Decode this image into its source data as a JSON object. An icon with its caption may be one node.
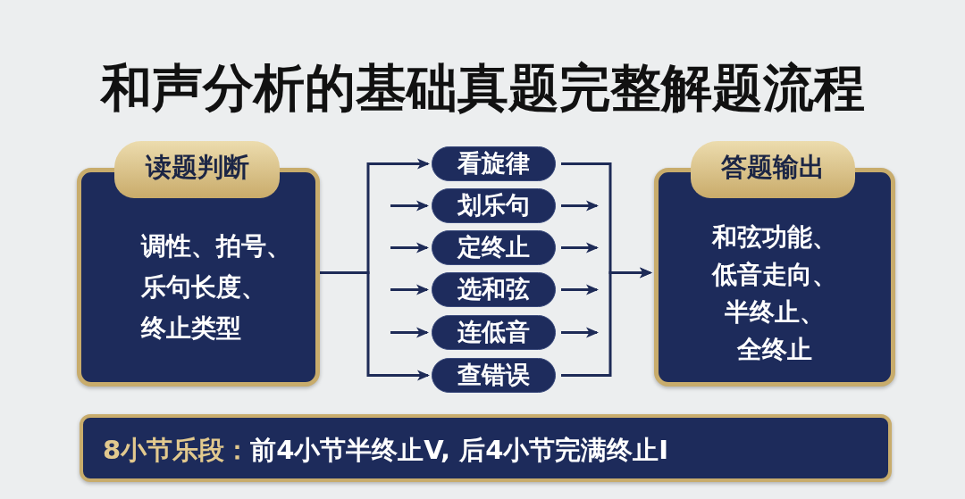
{
  "diagram": {
    "title": "和声分析的基础真题完整解题流程",
    "nodes": [
      {
        "text": [
          "读题判断",
          "调性、拍号、乐句长度、终止类型"
        ]
      },
      {
        "text": [
          "看旋律"
        ]
      },
      {
        "text": [
          "划乐句"
        ]
      },
      {
        "text": [
          "定终止"
        ]
      },
      {
        "text": [
          "选和弦"
        ]
      },
      {
        "text": [
          "连低音"
        ]
      },
      {
        "text": [
          "查错误"
        ]
      },
      {
        "text": [
          "答题输出",
          "和弦功能、低音走向、半终止、全终止"
        ]
      },
      {
        "text": [
          "8小节乐段：",
          "前4小节半终止V, 后4小节完满终止I"
        ]
      }
    ],
    "edges": [
      {
        "from": 0,
        "to": 1,
        "arrow": "to"
      },
      {
        "from": null,
        "to": 2,
        "arrow": "to"
      },
      {
        "from": null,
        "to": 3,
        "arrow": "to"
      },
      {
        "from": null,
        "to": 4,
        "arrow": "to"
      },
      {
        "from": null,
        "to": 5,
        "arrow": "to"
      },
      {
        "from": 0,
        "to": 6,
        "arrow": "to"
      },
      {
        "from": 1,
        "to": 7,
        "arrow": "to"
      },
      {
        "from": 2,
        "to": null,
        "arrow": "to"
      },
      {
        "from": 3,
        "to": null,
        "arrow": "to"
      },
      {
        "from": 4,
        "to": null,
        "arrow": "to"
      },
      {
        "from": 5,
        "to": null,
        "arrow": "to"
      },
      {
        "from": 6,
        "to": 7,
        "arrow": "to"
      }
    ]
  }
}
